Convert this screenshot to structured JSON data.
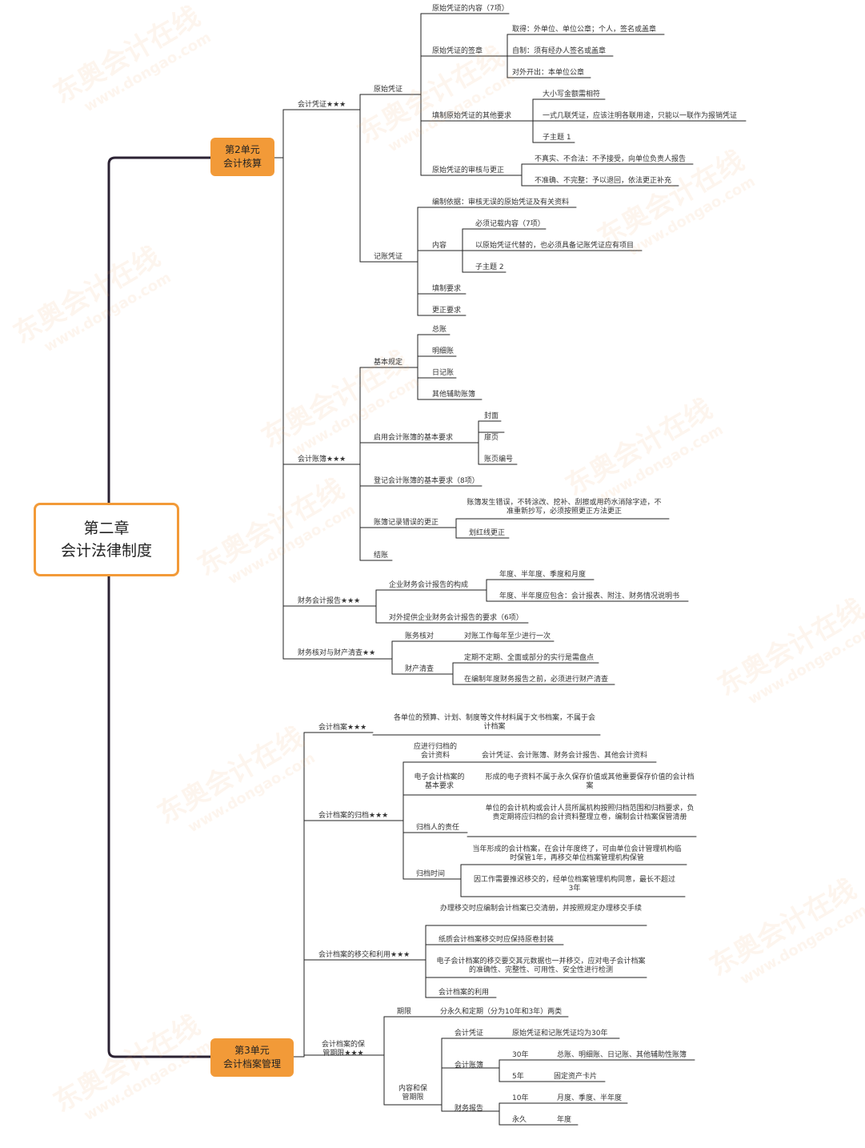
{
  "root": {
    "line1": "第二章",
    "line2": "会计法律制度"
  },
  "unit2": {
    "line1": "第2单元",
    "line2": "会计核算"
  },
  "unit3": {
    "line1": "第3单元",
    "line2": "会计档案管理"
  },
  "watermark": {
    "cn": "东奥会计在线",
    "en": "www.dongao.com"
  },
  "colors": {
    "accent": "#f29a38",
    "line": "#222222",
    "trunk": "#2b2233"
  },
  "nodes": {
    "kjpz": "会计凭证★★★",
    "yspz": "原始凭证",
    "yspz_nr": "原始凭证的内容（7项）",
    "yspz_qz": "原始凭证的签章",
    "qd": "取得：外单位、单位公章；个人，签名或盖章",
    "zz": "自制：须有经办人签名或盖章",
    "dwkc": "对外开出：本单位公章",
    "tzqt": "填制原始凭证的其他要求",
    "dxx": "大小写金额需相符",
    "ysjl": "一式几联凭证，应该注明各联用途，只能以一联作为报销凭证",
    "zzt1": "子主题 1",
    "shgz": "原始凭证的审核与更正",
    "bzs": "不真实、不合法：不予接受，向单位负责人报告",
    "bzq": "不准确、不完整：予以退回，依法更正补充",
    "jzpz": "记账凭证",
    "bzyj": "编制依据：审核无误的原始凭证及有关资料",
    "nr": "内容",
    "bxjz": "必须记载内容（7项）",
    "ydbys": "以原始凭证代替的，也必须具备记账凭证应有项目",
    "zzt2": "子主题 2",
    "tzyq": "填制要求",
    "gzyq": "更正要求",
    "kjzb": "会计账簿★★★",
    "jbgd": "基本规定",
    "zongzhang": "总账",
    "mxz": "明细账",
    "rjz": "日记账",
    "qtfz": "其他辅助账簿",
    "qy": "启用会计账簿的基本要求",
    "fm": "封面",
    "fy": "扉页",
    "zybh": "账页编号",
    "dj": "登记会计账簿的基本要求（8项）",
    "cwgz": "账簿记录错误的更正",
    "fscw": "账簿发生错误，不转涂改、挖补、刮擦或用药水消除字迹，不准重新抄写，必须按照更正方法更正",
    "hhx": "划红线更正",
    "jz": "结账",
    "cwbg": "财务会计报告★★★",
    "qycw": "企业财务会计报告的构成",
    "ndbg": "年度、半年度、季度和月度",
    "ndbh": "年度、半年度应包含：会计报表、附注、财务情况说明书",
    "dwtg": "对外提供企业财务会计报告的要求（6项）",
    "hdqc": "财务核对与财产清查★★",
    "zkhd": "账务核对",
    "dzgz": "对账工作每年至少进行一次",
    "ccqc": "财产清查",
    "ddq": "定期不定期、全面或部分的实行是需盘点",
    "zbz": "在编制年度财务报告之前，必须进行财产清查",
    "kjda": "会计档案★★★",
    "gdwys": "各单位的预算、计划、制度等文件材料属于文书档案，不属于会计档案",
    "gd": "会计档案的归档★★★",
    "yjx": "应进行归档的会计资料",
    "kjpzzb": "会计凭证、会计账簿、财务会计报告、其他会计资料",
    "dzda": "电子会计档案的基本要求",
    "xcdz": "形成的电子资料不属于永久保存价值或其他重要保存价值的会计档案",
    "gdrzr": "归档人的责任",
    "dwdkj": "单位的会计机构或会计人员所属机构按照归档范围和归档要求，负责定期将应归档的会计资料整理立卷，编制会计档案保管清册",
    "gdsj": "归档时间",
    "dnxc": "当年形成的会计档案，在会计年度终了，可由单位会计管理机构临时保管1年，再移交单位档案管理机构保管",
    "ygzxy": "因工作需要推迟移交的，经单位档案管理机构同意，最长不超过3年",
    "yjly": "会计档案的移交和利用★★★",
    "blyj": "办理移交时应编制会计档案已交清册，并按照规定办理移交手续",
    "zzkj": "纸质会计档案移交时应保持原卷封装",
    "dzkjyj": "电子会计档案的移交要交其元数据也一并移交，应对电子会计档案的准确性、完整性、可用性、安全性进行检测",
    "kjdaly": "会计档案的利用",
    "bgqx": "会计档案的保管期限★★★",
    "qx": "期限",
    "fyj": "分永久和定期（分为10年和3年）两类",
    "nrhqx": "内容和保管期限",
    "kjpz2": "会计凭证",
    "yspzjz": "原始凭证和记账凭证均为30年",
    "kjzb2": "会计账簿",
    "n30": "30年",
    "zzmx": "总账、明细账、日记账、其他辅助性账簿",
    "n5": "5年",
    "gdzc": "固定资产卡片",
    "cwbg2": "财务报告",
    "n10": "10年",
    "ydjd": "月度、季度、半年度",
    "yj": "永久",
    "nd": "年度"
  }
}
